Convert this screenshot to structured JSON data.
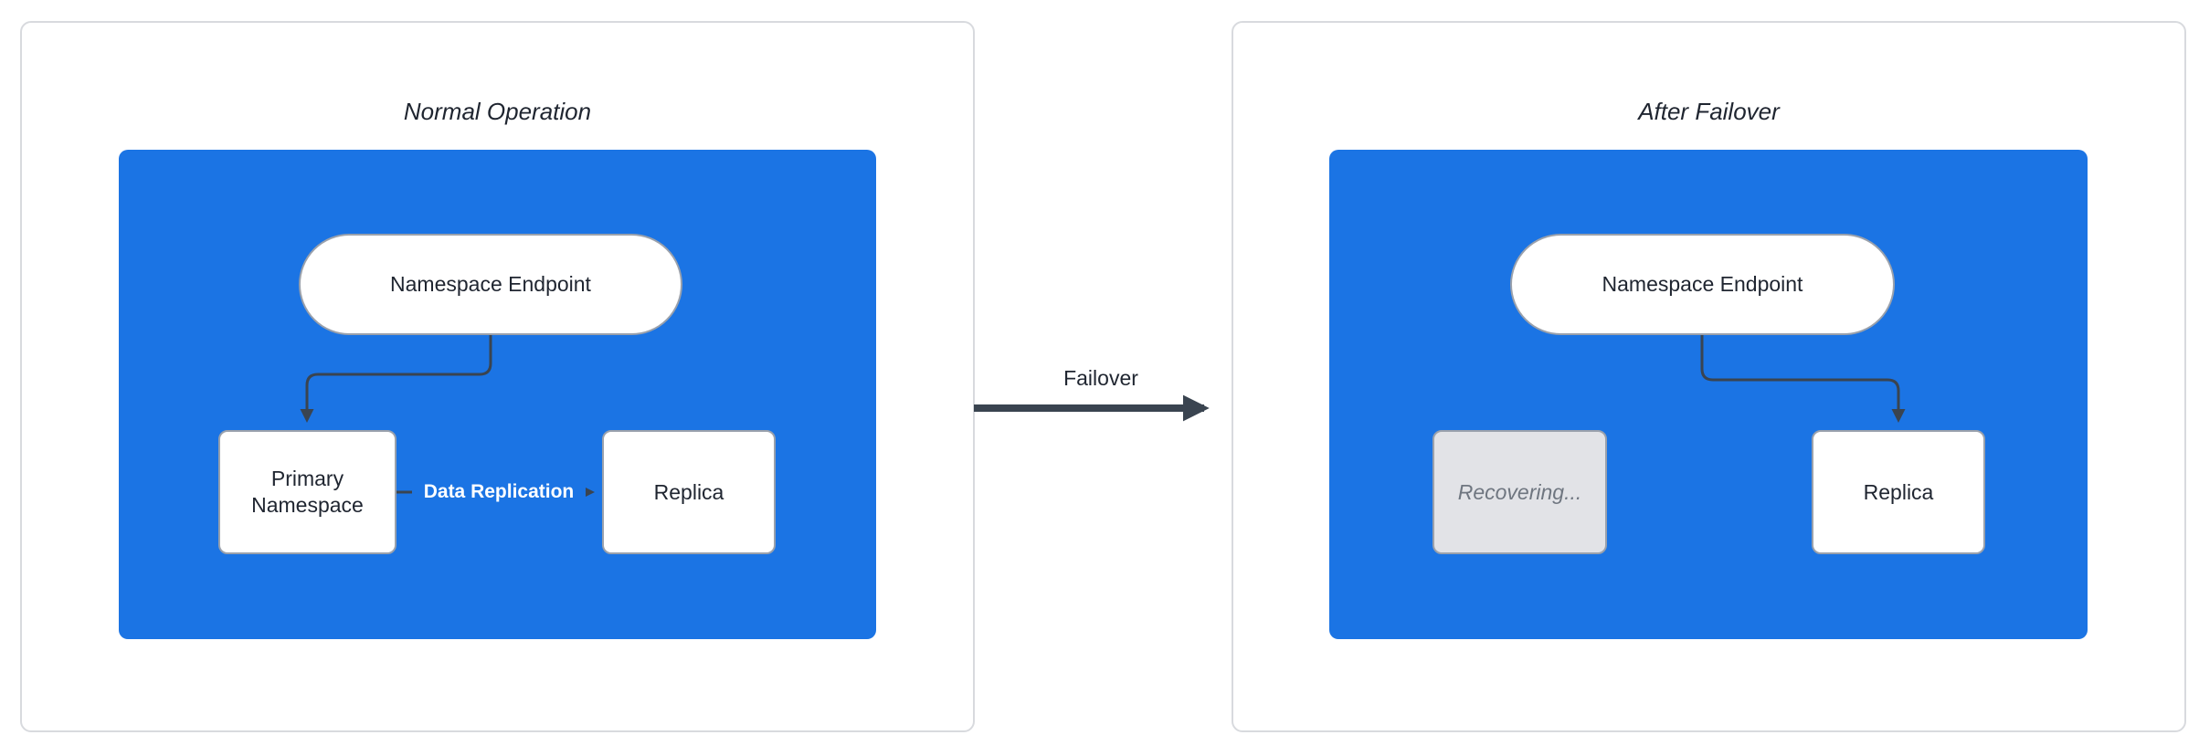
{
  "colors": {
    "container_blue": "#1b74e4",
    "arrow_dark": "#3a4450",
    "recovering_fill": "#e2e3e7",
    "recovering_text": "#6f7680",
    "panel_border": "#d8dade",
    "node_border": "#9aa1ac",
    "text_dark": "#1f2530"
  },
  "left_panel": {
    "title": "Normal Operation",
    "endpoint_label": "Namespace Endpoint",
    "primary_label": "Primary Namespace",
    "replica_label": "Replica",
    "replication_label": "Data Replication"
  },
  "transition": {
    "label": "Failover"
  },
  "right_panel": {
    "title": "After Failover",
    "endpoint_label": "Namespace Endpoint",
    "recovering_label": "Recovering...",
    "replica_label": "Replica"
  }
}
